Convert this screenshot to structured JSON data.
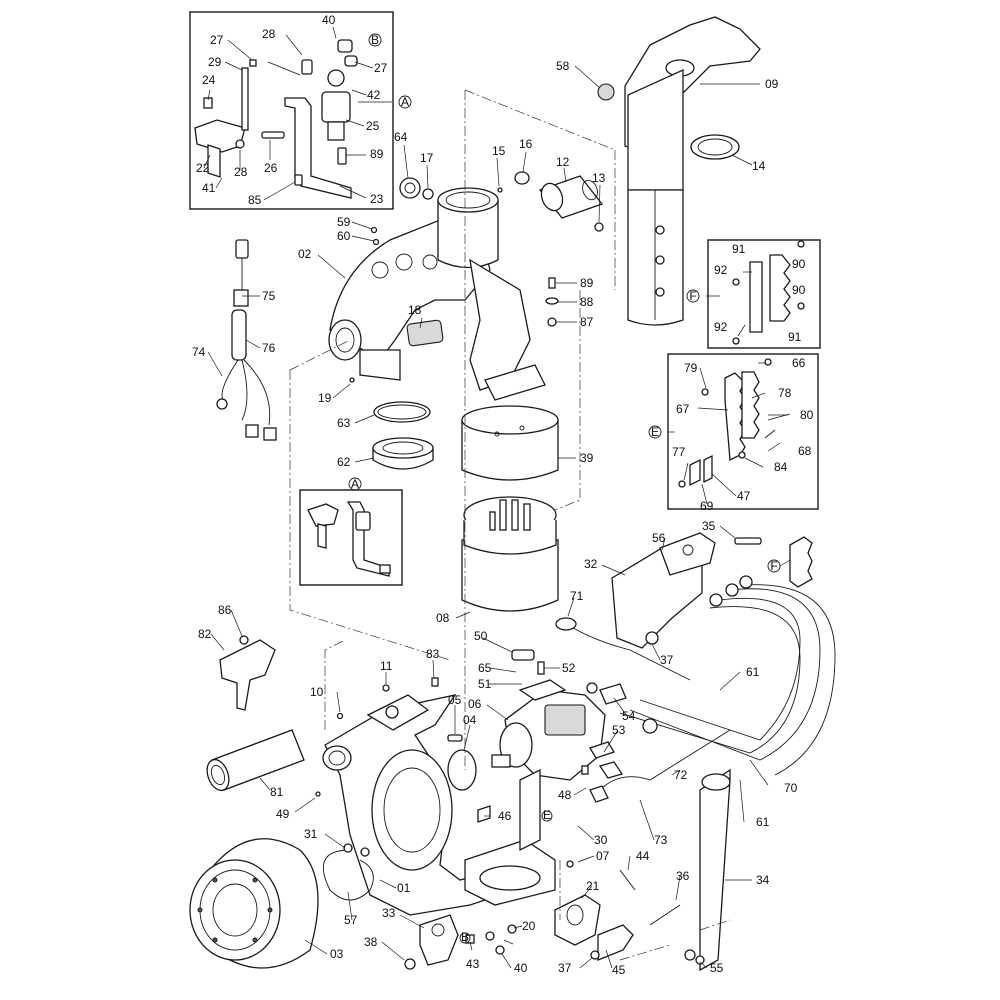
{
  "callouts": [
    "27",
    "28",
    "40",
    "B",
    "24",
    "29",
    "27",
    "42",
    "A",
    "25",
    "26",
    "89",
    "22",
    "28",
    "41",
    "85",
    "23",
    "64",
    "17",
    "15",
    "16",
    "12",
    "13",
    "58",
    "09",
    "14",
    "59",
    "60",
    "02",
    "18",
    "89",
    "88",
    "87",
    "19",
    "75",
    "74",
    "76",
    "63",
    "62",
    "39",
    "91",
    "90",
    "92",
    "90",
    "F",
    "92",
    "91",
    "79",
    "66",
    "78",
    "67",
    "80",
    "E",
    "68",
    "77",
    "84",
    "47",
    "69",
    "A",
    "08",
    "35",
    "56",
    "32",
    "F",
    "71",
    "37",
    "86",
    "82",
    "50",
    "65",
    "52",
    "51",
    "11",
    "83",
    "10",
    "05",
    "04",
    "06",
    "54",
    "53",
    "61",
    "81",
    "49",
    "48",
    "46",
    "30",
    "72",
    "70",
    "73",
    "61",
    "31",
    "07",
    "44",
    "01",
    "57",
    "21",
    "36",
    "34",
    "33",
    "38",
    "20",
    "03",
    "43",
    "40",
    "37",
    "45",
    "55"
  ],
  "detail_markers": {
    "A": "A",
    "B": "B",
    "E": "E",
    "F": "F"
  }
}
